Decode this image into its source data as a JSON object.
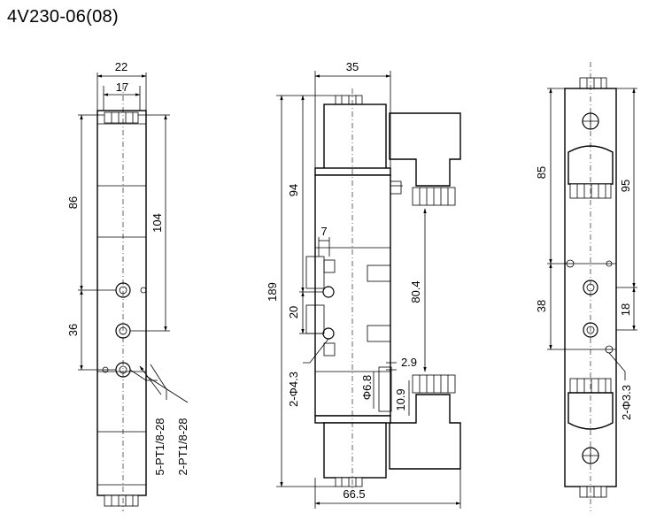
{
  "title": "4V230-06(08)",
  "left_view": {
    "dims": {
      "width_outer": "22",
      "width_inner": "17",
      "height_86": "86",
      "height_104": "104",
      "spacing_36": "36",
      "port_label_5": "5-PT1/8-28",
      "port_label_2": "2-PT1/8-28"
    }
  },
  "front_view": {
    "dims": {
      "top_width": "35",
      "total_height": "189",
      "upper_height": "94",
      "small_7": "7",
      "small_20": "20",
      "hole_label": "2-Φ4.3",
      "center_distance": "80.4",
      "small_2_9": "2.9",
      "phi_6_8": "Φ6.8",
      "small_10_9": "10.9",
      "bottom_width": "66.5"
    }
  },
  "right_view": {
    "dims": {
      "height_85": "85",
      "height_95": "95",
      "spacing_38": "38",
      "spacing_18": "18",
      "hole_label": "2-Φ3.3"
    }
  }
}
